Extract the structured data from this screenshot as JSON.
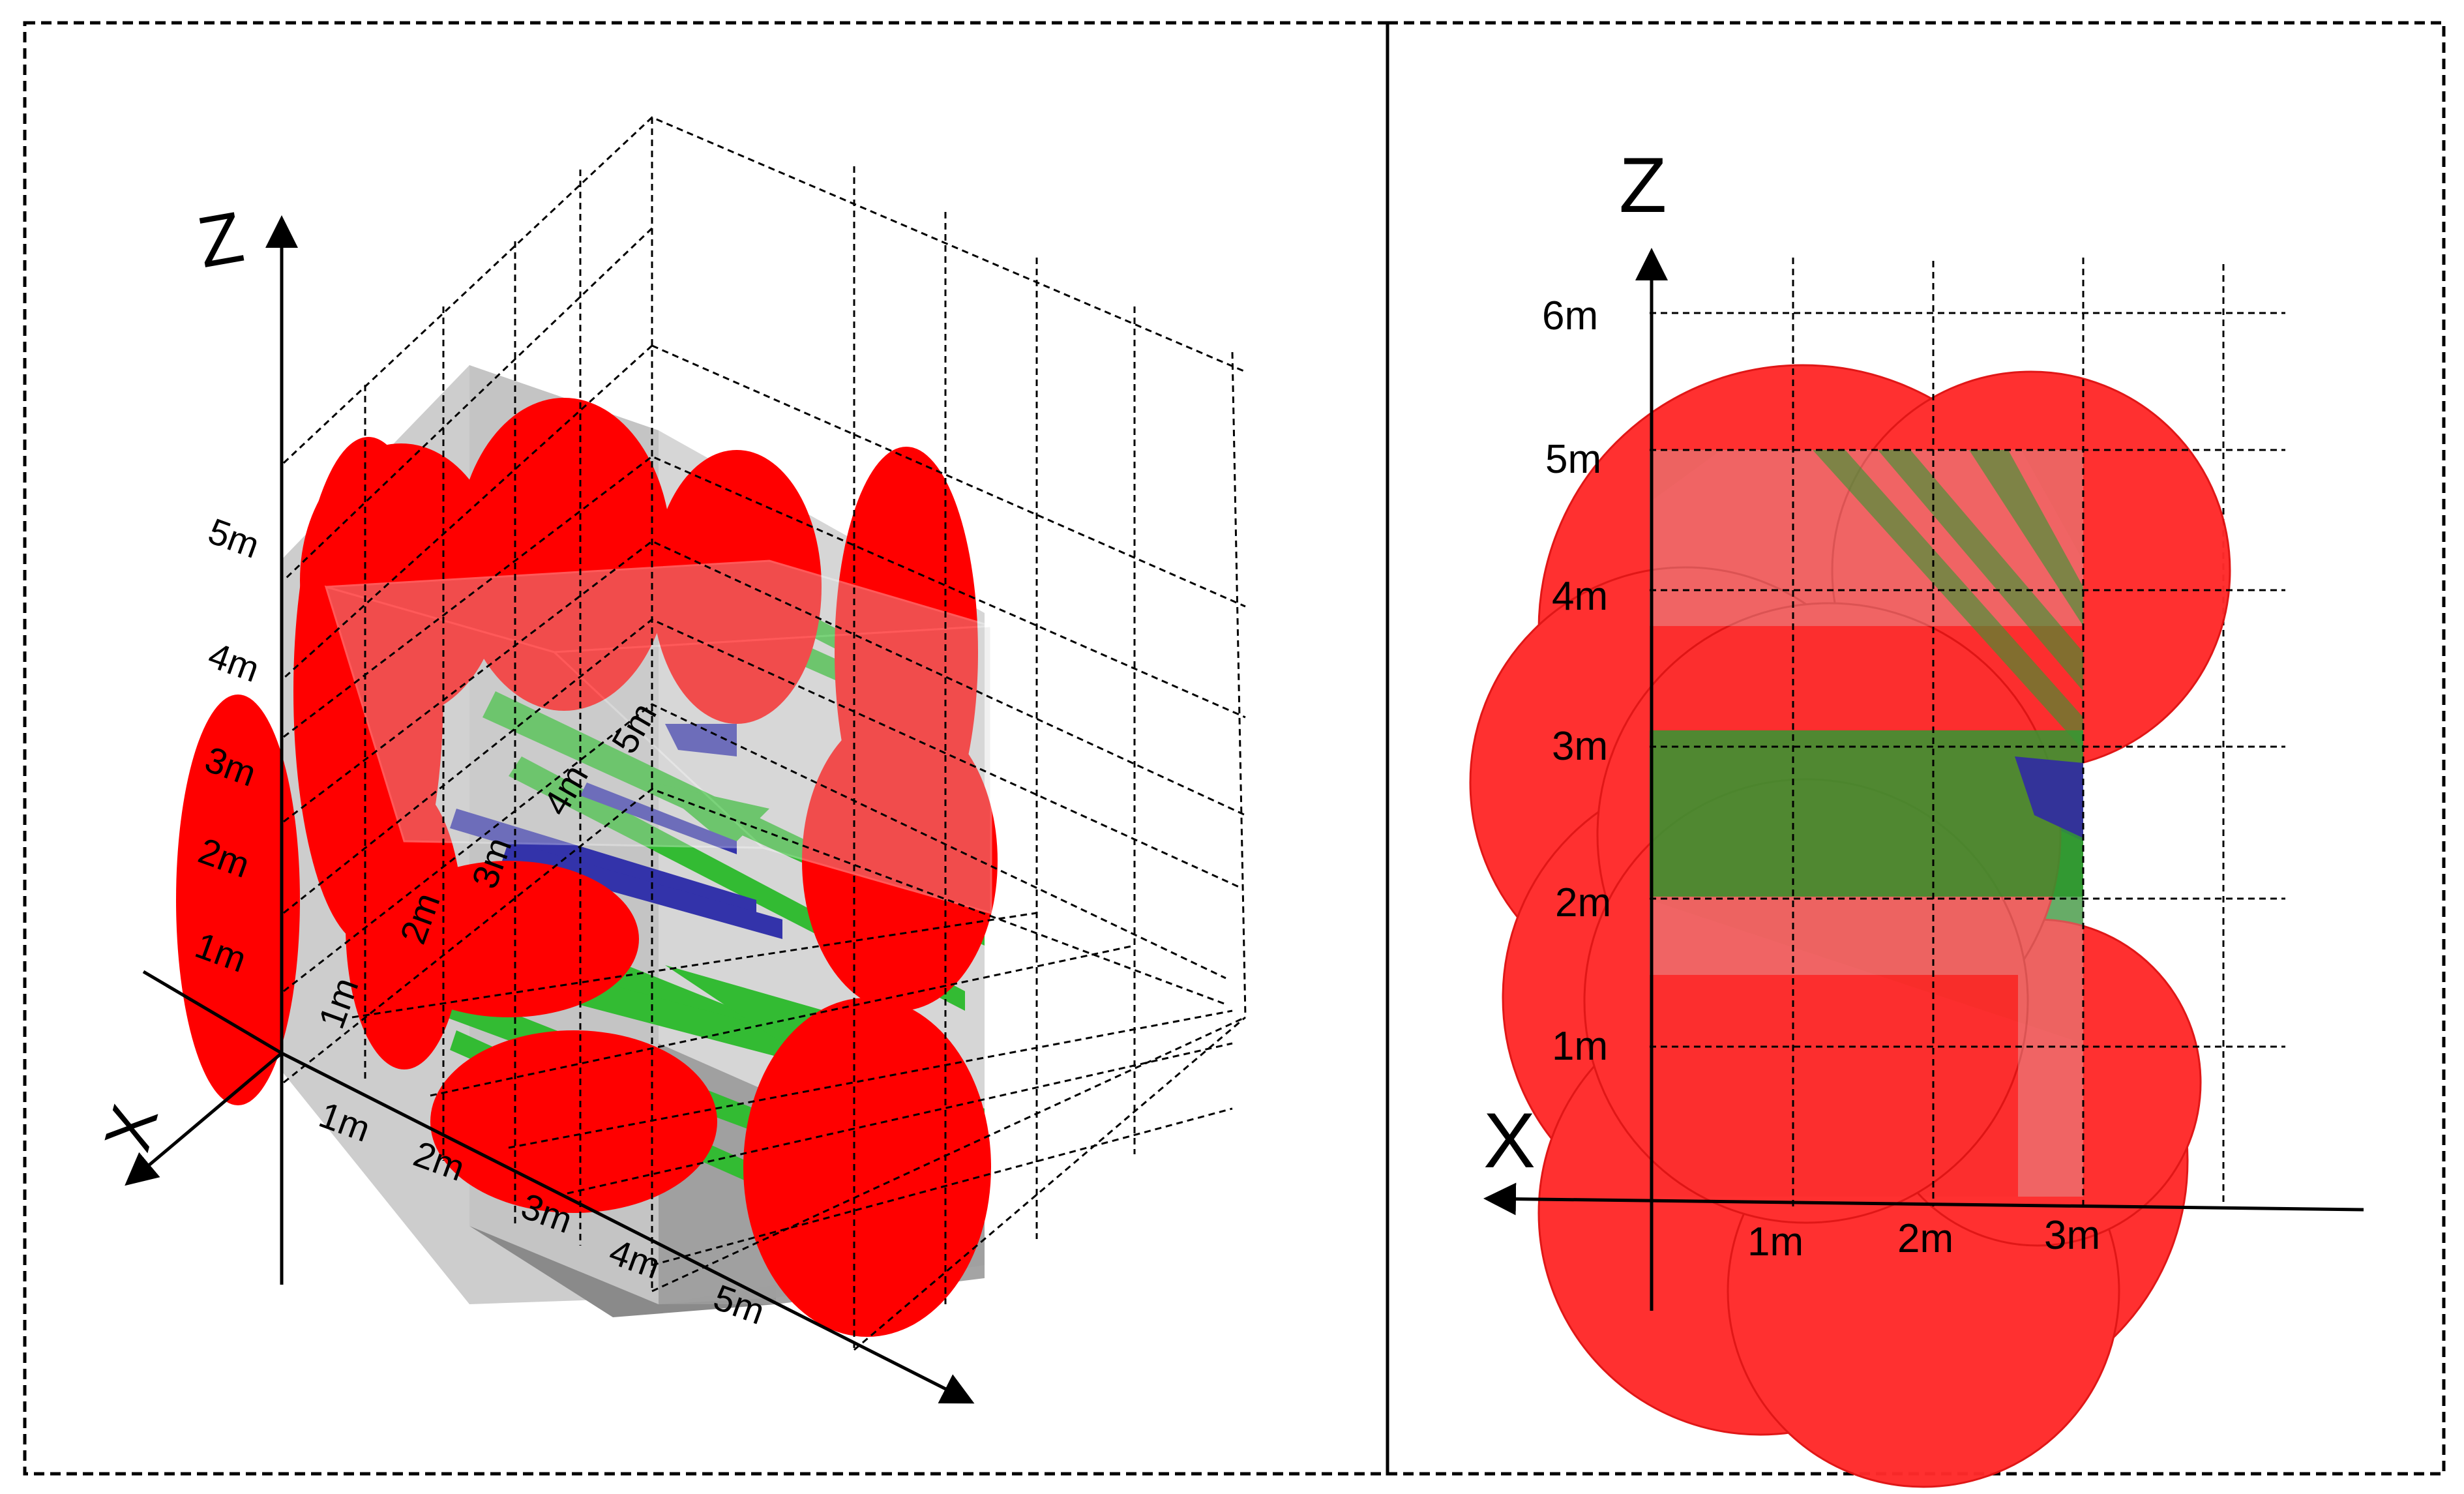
{
  "left_panel": {
    "axis_z": "Z",
    "axis_x": "X",
    "height_labels": [
      "1m",
      "2m",
      "3m",
      "4m",
      "5m"
    ],
    "x_ticks": [
      "1m",
      "2m",
      "3m",
      "4m",
      "5m"
    ],
    "depth_ticks": [
      "1m",
      "2m",
      "3m",
      "4m",
      "5m"
    ]
  },
  "right_panel": {
    "axis_z": "Z",
    "axis_x": "X",
    "z_ticks": [
      "1m",
      "2m",
      "3m",
      "4m",
      "5m",
      "6m"
    ],
    "x_ticks": [
      "1m",
      "2m",
      "3m"
    ]
  },
  "colors": {
    "sphere_red": "#ff0000",
    "sphere_red_soft": "#ff2a2a",
    "fracture_green": "#33bb33",
    "fracture_blue": "#3333aa",
    "block_gray": "#bdbdbd",
    "grid_line": "#000000"
  }
}
